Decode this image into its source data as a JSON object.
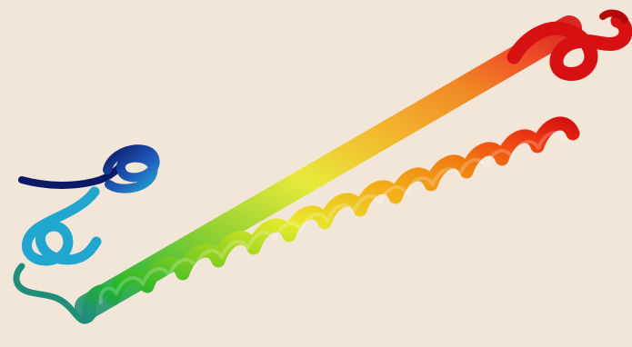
{
  "scene": {
    "background_color": "#f2e6d9",
    "subject": "protein-ribbon-structure",
    "coloring": "rainbow-n-to-c-terminus",
    "palette": [
      "#0b1a66",
      "#1f56b8",
      "#20a6cf",
      "#1f8f7a",
      "#23b52a",
      "#8fd11f",
      "#e7ea2a",
      "#f2b21a",
      "#f07f10",
      "#ef3f12",
      "#d71111"
    ],
    "helix_turns": 13
  }
}
